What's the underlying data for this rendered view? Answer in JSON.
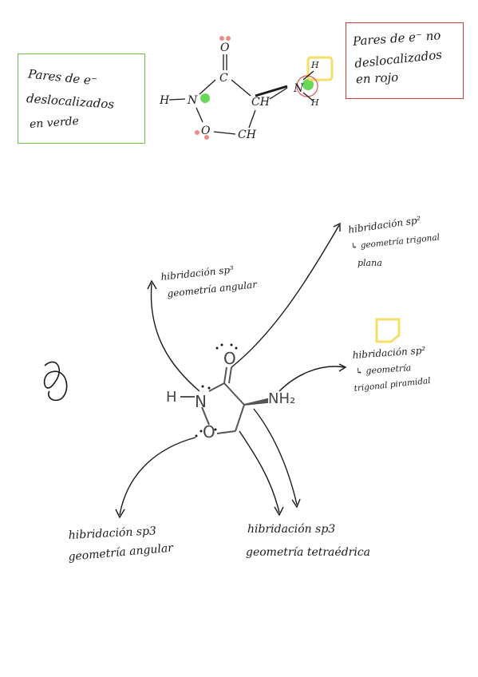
{
  "legend_green": [
    "Pares de e⁻",
    "deslocalizados",
    "en verde"
  ],
  "legend_red": [
    "Pares de e⁻ no",
    "deslocalizados",
    "en rojo"
  ],
  "sketch": {
    "atoms": [
      "H",
      "N",
      "C",
      "O",
      "CH",
      "O",
      "CH",
      "N",
      "H",
      "H"
    ]
  },
  "molecule": {
    "atoms": [
      "O",
      "H",
      "N",
      "O",
      "NH₂"
    ]
  },
  "annotations": [
    {
      "lines": [
        "hibridación sp³",
        "geometría angular"
      ]
    },
    {
      "lines": [
        "hibridación sp²",
        "↳ geometría trigonal",
        "plana"
      ]
    },
    {
      "lines": [
        "hibridación sp²",
        "↳ geometría",
        "trigonal piramidal"
      ]
    },
    {
      "lines": [
        "hibridación sp3",
        "geometría angular"
      ]
    },
    {
      "lines": [
        "hibridación sp3",
        "geometría tetraédrica"
      ]
    }
  ],
  "colors": {
    "green_box": "#6cc04a",
    "red_box": "#d63b3b",
    "green_highlight": "#4fd13a",
    "red_highlight": "#f08a8a",
    "yellow_highlight": "#f5df6a"
  }
}
